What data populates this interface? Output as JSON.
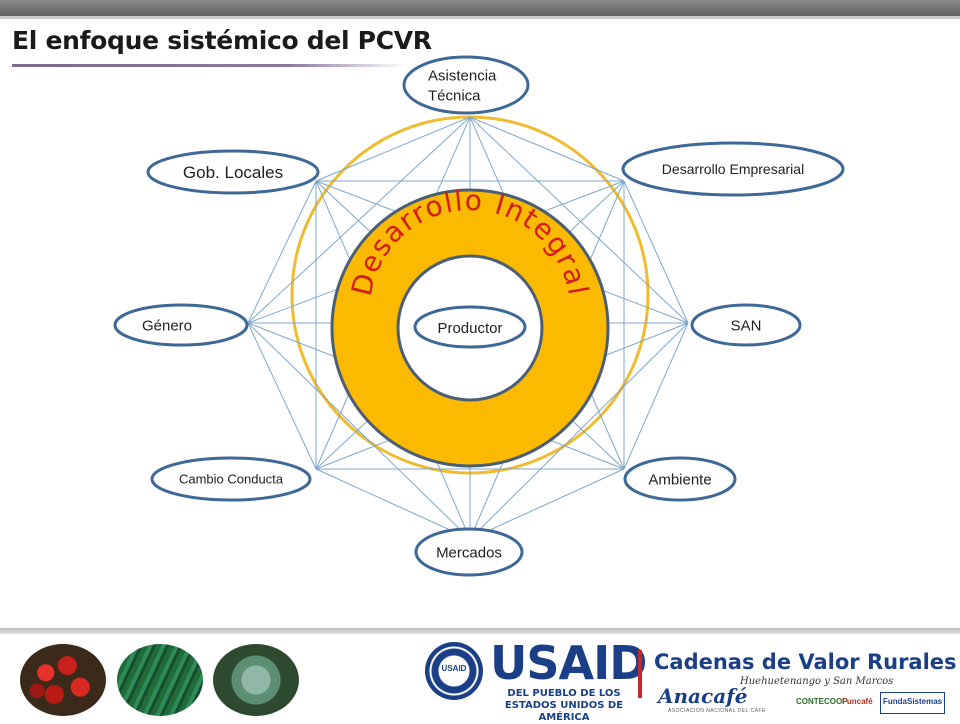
{
  "slide": {
    "title": "El enfoque sistémico del PCVR"
  },
  "diagram": {
    "ring_text": "Desarrollo  Integral",
    "center": "Productor",
    "nodes": [
      {
        "id": "asistencia",
        "lines": [
          "Asistencia",
          "Técnica"
        ]
      },
      {
        "id": "desarrollo-empresarial",
        "lines": [
          "Desarrollo Empresarial"
        ]
      },
      {
        "id": "san",
        "lines": [
          "SAN"
        ]
      },
      {
        "id": "ambiente",
        "lines": [
          "Ambiente"
        ]
      },
      {
        "id": "mercados",
        "lines": [
          "Mercados"
        ]
      },
      {
        "id": "cambio-conducta",
        "lines": [
          "Cambio  Conducta"
        ]
      },
      {
        "id": "genero",
        "lines": [
          "Género"
        ]
      },
      {
        "id": "gob-locales",
        "lines": [
          "Gob. Locales"
        ]
      }
    ],
    "colors": {
      "outer_circle": "#f0bb2e",
      "ring_fill": "#fbb900",
      "ring_border": "#4a5f76",
      "ring_text": "#d21e1e",
      "node_border": "#3e6895",
      "web_lines": "#7fa7c9"
    }
  },
  "footer": {
    "usaid_word": "USAID",
    "usaid_sub": "DEL PUEBLO DE LOS ESTADOS UNIDOS DE AMÉRICA",
    "seal_text": "USAID",
    "program_title": "Cadenas de Valor Rurales",
    "program_subtitle": "Huehuetenango y San Marcos",
    "anacafe": "Anacafé",
    "anacafe_sub": "ASOCIACION NACIONAL DEL CAFE",
    "logo_conte": "CONTECOOP",
    "logo_funcafe": "Funcafé",
    "logo_fundasistemas": "FundaSistemas"
  }
}
